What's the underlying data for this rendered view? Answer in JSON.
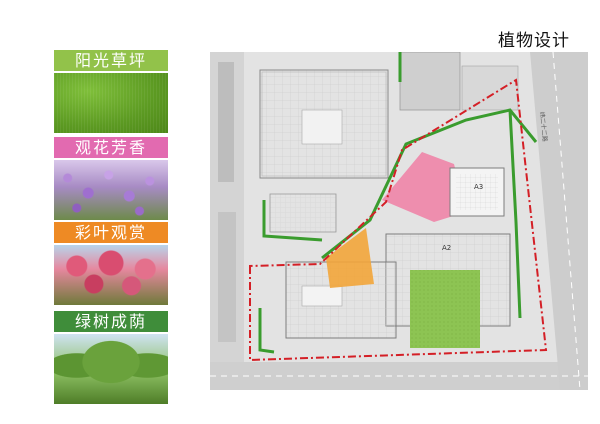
{
  "page_title": "植物设计",
  "colors": {
    "lawn": "#92c24a",
    "flower": "#e26ab0",
    "color_leaf": "#ee8a24",
    "shade_tree": "#3f8d3a",
    "boundary_red": "#d41f26",
    "green_line": "#3a9c2e",
    "zone_pink": "#f07fa4",
    "zone_orange": "#f2a53a",
    "zone_green": "#8dc453"
  },
  "legend": [
    {
      "label": "阳光草坪",
      "photo": "lawn-photo"
    },
    {
      "label": "观花芳香",
      "photo": "lavender-photo"
    },
    {
      "label": "彩叶观赏",
      "photo": "redleaf-tree-photo"
    },
    {
      "label": "绿树成荫",
      "photo": "shade-tree-photo"
    }
  ],
  "plan": {
    "building_labels": [
      "A3",
      "A2"
    ],
    "road_label": "纬二十二路"
  }
}
